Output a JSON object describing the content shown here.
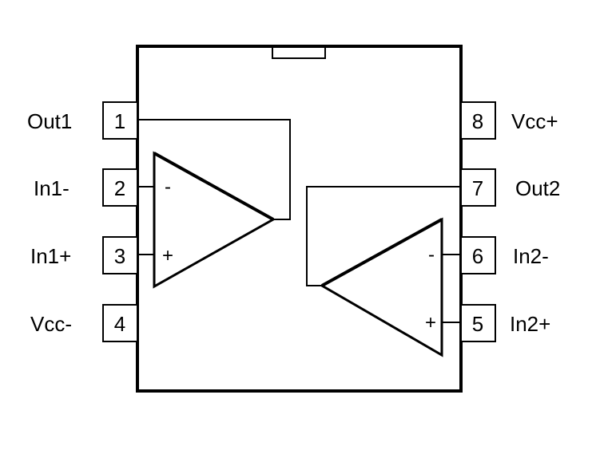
{
  "diagram": {
    "type": "dual op-amp IC pinout",
    "pins_left": [
      {
        "number": "1",
        "label": "Out1"
      },
      {
        "number": "2",
        "label": "In1-"
      },
      {
        "number": "3",
        "label": "In1+"
      },
      {
        "number": "4",
        "label": "Vcc-"
      }
    ],
    "pins_right": [
      {
        "number": "8",
        "label": "Vcc+"
      },
      {
        "number": "7",
        "label": "Out2"
      },
      {
        "number": "6",
        "label": "In2-"
      },
      {
        "number": "5",
        "label": "In2+"
      }
    ],
    "opamp1": {
      "minus": "-",
      "plus": "+"
    },
    "opamp2": {
      "minus": "-",
      "plus": "+"
    }
  }
}
